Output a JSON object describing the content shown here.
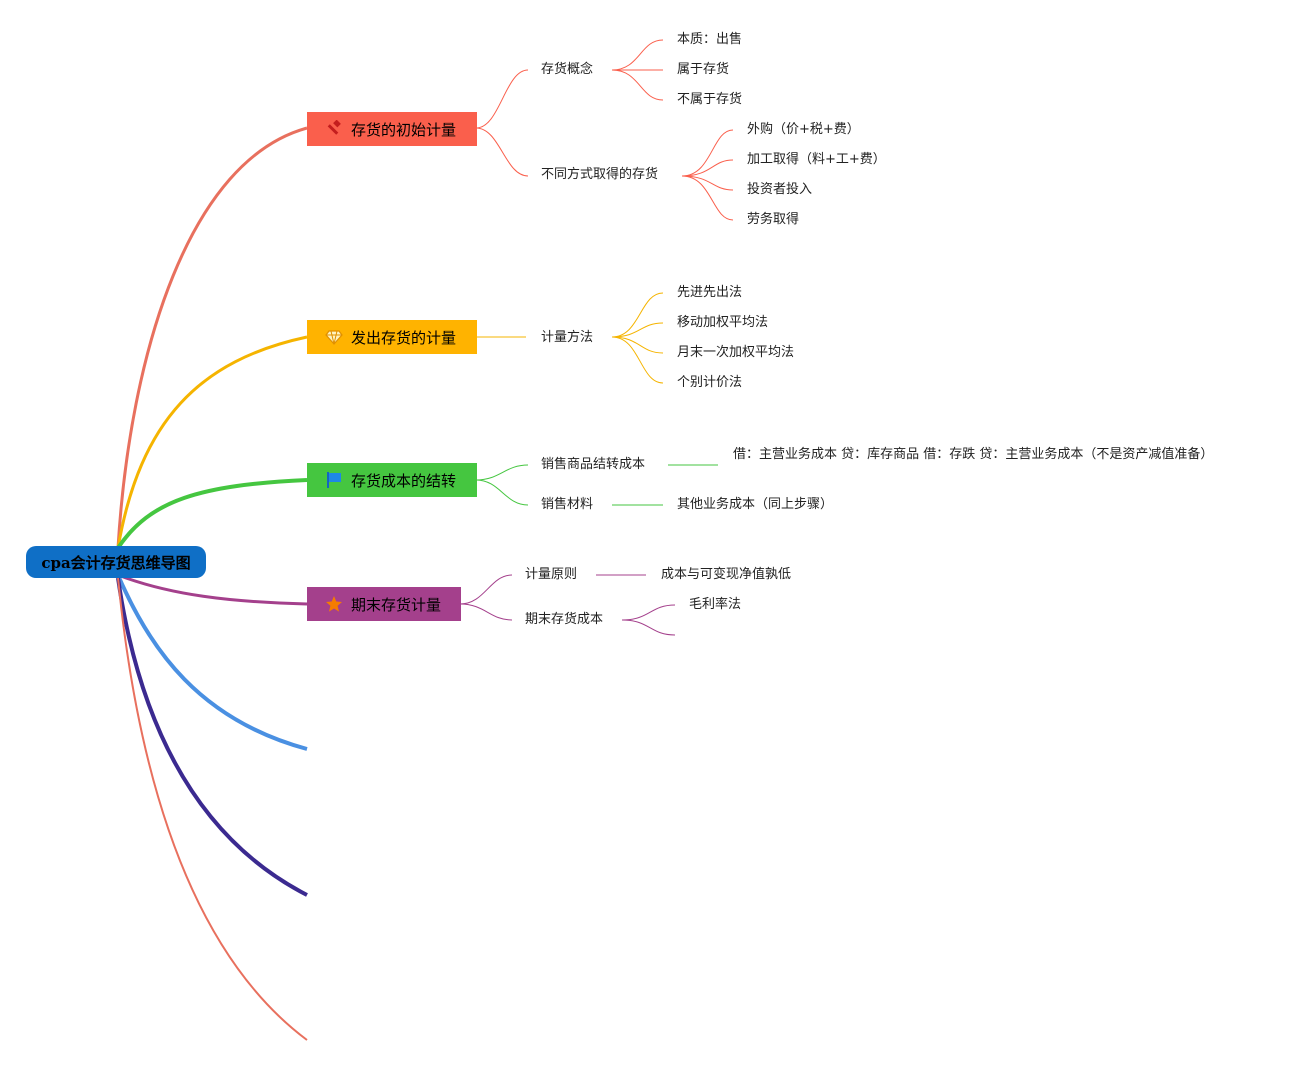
{
  "colors": {
    "root": "#0f6fc6",
    "b1": "#fa5f4c",
    "b2": "#ffb300",
    "b3": "#45c640",
    "b4": "#a4408c",
    "empty_blue": "#4a90e2",
    "empty_indigo": "#3b2a90",
    "empty_red": "#e8705e"
  },
  "root": {
    "label": "cpa会计存货思维导图"
  },
  "branches": [
    {
      "label": "存货的初始计量",
      "icon": "hammer-icon",
      "children": [
        {
          "label": "存货概念",
          "children": [
            "本质：出售",
            "属于存货",
            "不属于存货"
          ]
        },
        {
          "label": "不同方式取得的存货",
          "children": [
            "外购（价+税+费）",
            "加工取得（料+工+费）",
            "投资者投入",
            "劳务取得"
          ]
        }
      ]
    },
    {
      "label": "发出存货的计量",
      "icon": "diamond-icon",
      "children": [
        {
          "label": "计量方法",
          "children": [
            "先进先出法",
            "移动加权平均法",
            "月末一次加权平均法",
            "个别计价法"
          ]
        }
      ]
    },
    {
      "label": "存货成本的结转",
      "icon": "flag-icon",
      "children": [
        {
          "label": "销售商品结转成本",
          "children": [
            "借：主营业务成本 贷：库存商品 借：存跌 贷：主营业务成本（不是资产减值准备）"
          ]
        },
        {
          "label": "销售材料",
          "children": [
            "其他业务成本（同上步骤）"
          ]
        }
      ]
    },
    {
      "label": "期末存货计量",
      "icon": "star-icon",
      "children": [
        {
          "label": "计量原则",
          "children": [
            "成本与可变现净值孰低"
          ]
        },
        {
          "label": "期末存货成本",
          "children": [
            "毛利率法",
            ""
          ]
        }
      ]
    }
  ]
}
